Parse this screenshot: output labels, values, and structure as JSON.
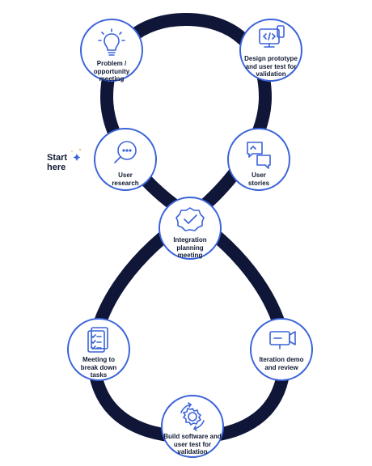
{
  "colors": {
    "track": "#0f1638",
    "node_border": "#3a63d8",
    "icon": "#3a63d8",
    "text": "#111a33"
  },
  "start_label": "Start\nhere",
  "nodes": {
    "problem": {
      "label": "Problem /\nopportunity\nmeeting",
      "icon": "lightbulb-icon"
    },
    "design": {
      "label": "Design prototype\nand user test for\nvalidation",
      "icon": "prototype-code-icon"
    },
    "research": {
      "label": "User\nresearch",
      "icon": "magnifier-chat-icon"
    },
    "stories": {
      "label": "User\nstories",
      "icon": "chat-bubbles-icon"
    },
    "integration": {
      "label": "Integration\nplanning\nmeeting",
      "icon": "badge-check-icon"
    },
    "tasks": {
      "label": "Meeting to\nbreak down\ntasks",
      "icon": "checklist-icon"
    },
    "demo": {
      "label": "Iteration demo\nand review",
      "icon": "video-camera-icon"
    },
    "build": {
      "label": "Build software and\nuser test for\nvalidation",
      "icon": "gear-cycle-icon"
    }
  }
}
